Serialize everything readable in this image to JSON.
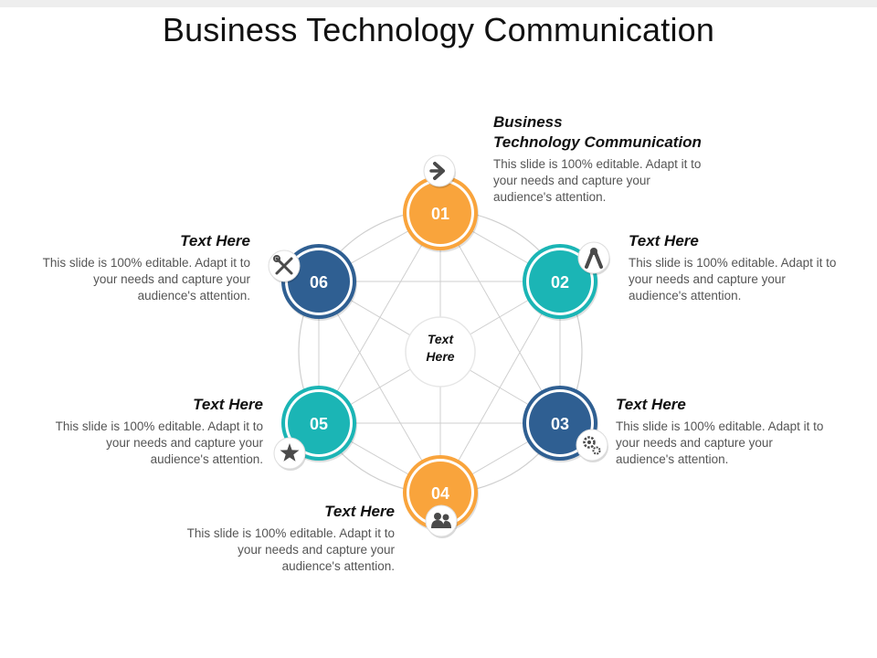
{
  "title": "Business Technology Communication",
  "center": {
    "label": "Text\nHere"
  },
  "colors": {
    "orange": "#F9A43C",
    "teal": "#1BB5B5",
    "blue": "#2F5F92",
    "ring": "#cfcfcf",
    "icon": "#4a4a4a"
  },
  "nodes": [
    {
      "number": "01",
      "color": "orange",
      "icon": "arrow-right-icon"
    },
    {
      "number": "02",
      "color": "teal",
      "icon": "compass-icon"
    },
    {
      "number": "03",
      "color": "blue",
      "icon": "gears-icon"
    },
    {
      "number": "04",
      "color": "orange",
      "icon": "users-icon"
    },
    {
      "number": "05",
      "color": "teal",
      "icon": "star-icon"
    },
    {
      "number": "06",
      "color": "blue",
      "icon": "tools-icon"
    }
  ],
  "blocks": [
    {
      "heading": "Business\nTechnology Communication",
      "text": "This slide is 100% editable. Adapt it to your needs and capture your audience's attention."
    },
    {
      "heading": "Text Here",
      "text": "This slide is 100% editable. Adapt it to your needs and capture your audience's attention."
    },
    {
      "heading": "Text Here",
      "text": "This slide is 100% editable. Adapt it to your needs and capture your audience's attention."
    },
    {
      "heading": "Text Here",
      "text": "This slide is 100% editable. Adapt it to your needs and capture your audience's attention."
    },
    {
      "heading": "Text Here",
      "text": "This slide is 100% editable. Adapt it to your needs and capture your audience's attention."
    },
    {
      "heading": "Text Here",
      "text": "This slide is 100% editable. Adapt it to your needs and capture your audience's attention."
    }
  ]
}
